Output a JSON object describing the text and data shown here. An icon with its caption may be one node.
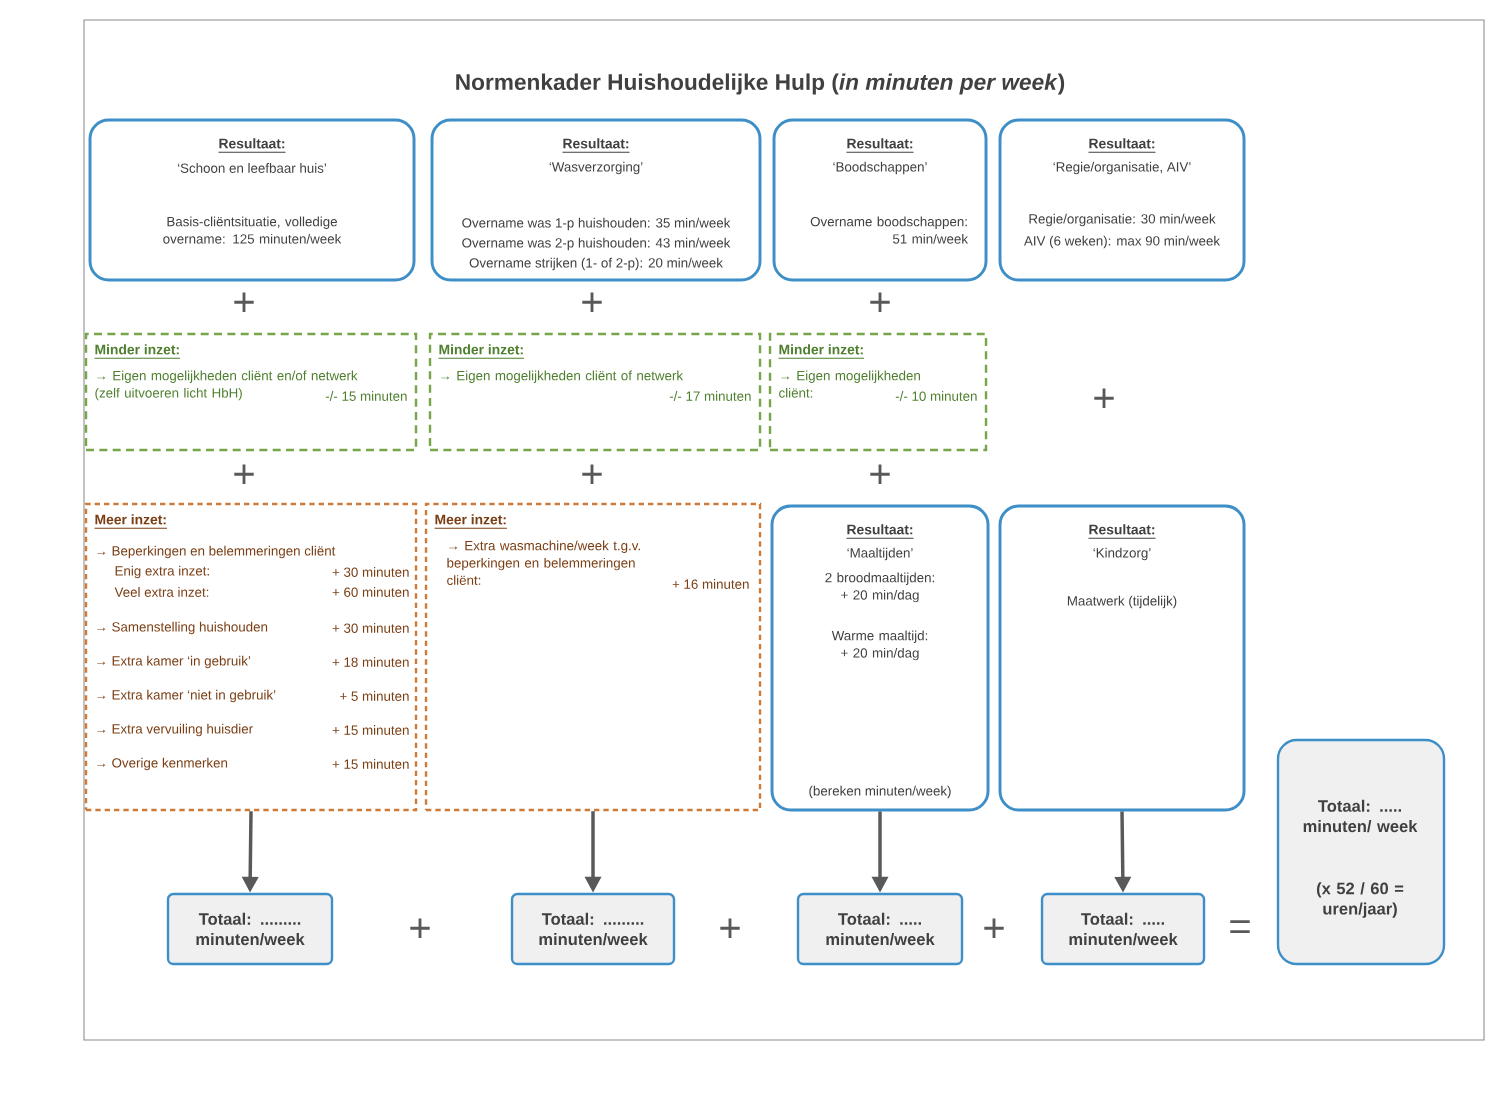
{
  "diagram": {
    "title": "Normenkader Huishoudelijke Hulp (*in minuten per week*)",
    "nodes": [
      {
        "text": [
          "Resultaat:",
          "‘Schoon en leefbaar huis’",
          "Basis-cliëntsituatie, volledige overname: 125 minuten/week"
        ]
      },
      {
        "text": [
          "Resultaat:",
          "‘Wasverzorging’",
          "Overname was 1-p huishouden:   35 min/week",
          "Overname was 2-p huishouden:   43 min/week",
          "Overname strijken (1- of 2-p):   20 min/week"
        ]
      },
      {
        "text": [
          "Resultaat:",
          "‘Boodschappen’",
          "Overname boodschappen: 51 min/week"
        ]
      },
      {
        "text": [
          "Resultaat:",
          "‘Regie/organisatie, AIV’",
          "Regie/organisatie:   30 min/week",
          "AIV (6 weken): max 90 min/week"
        ]
      },
      {
        "text": [
          "Minder inzet:",
          "→ Eigen mogelijkheden cliënt en/of netwerk (zelf uitvoeren licht HbH)",
          "-/- 15 minuten"
        ]
      },
      {
        "text": [
          "Minder inzet:",
          "→ Eigen mogelijkheden cliënt of netwerk",
          "-/- 17 minuten"
        ]
      },
      {
        "text": [
          "Minder inzet:",
          "→ Eigen mogelijkheden cliënt:",
          "-/- 10 minuten"
        ]
      },
      {
        "text": [
          "Meer inzet:",
          "→ Beperkingen en belemmeringen cliënt",
          "Enig extra inzet:",
          "+   30 minuten",
          "Veel extra inzet:",
          "+   60 minuten",
          "→ Samenstelling huishouden",
          "+   30 minuten",
          "→ Extra kamer ‘in gebruik’",
          "+   18 minuten",
          "→ Extra kamer ‘niet in gebruik’",
          "+   5 minuten",
          "→ Extra vervuiling huisdier",
          "+   15 minuten",
          "→ Overige kenmerken",
          "+   15 minuten"
        ]
      },
      {
        "text": [
          "Meer inzet:",
          "→ Extra wasmachine/week t.g.v. beperkingen en belemmeringen cliënt:",
          "+ 16 minuten"
        ]
      },
      {
        "text": [
          "Resultaat:",
          "‘Maaltijden’",
          "2 broodmaaltijden: + 20 min/dag",
          "Warme maaltijd: + 20 min/dag",
          "(bereken minuten/week)"
        ]
      },
      {
        "text": [
          "Resultaat:",
          "‘Kindzorg’",
          "Maatwerk (tijdelijk)"
        ]
      },
      {
        "text": [
          "Totaal: ......... minuten/week"
        ]
      },
      {
        "text": [
          "Totaal: ......... minuten/week"
        ]
      },
      {
        "text": [
          "Totaal: ..... minuten/week"
        ]
      },
      {
        "text": [
          "Totaal: ..... minuten/week"
        ]
      },
      {
        "text": [
          "Totaal: ..... minuten/ week",
          "(x 52 / 60 = uren/jaar)"
        ]
      }
    ],
    "edges": [
      {
        "from": 7,
        "to": 11,
        "arrow": "to"
      },
      {
        "from": 8,
        "to": 12,
        "arrow": "to"
      },
      {
        "from": 9,
        "to": 13,
        "arrow": "to"
      },
      {
        "from": 10,
        "to": 14,
        "arrow": "to"
      }
    ],
    "labels": [
      "+",
      "+",
      "+",
      "+",
      "+",
      "+",
      "+",
      "+",
      "+",
      "+",
      "="
    ]
  }
}
